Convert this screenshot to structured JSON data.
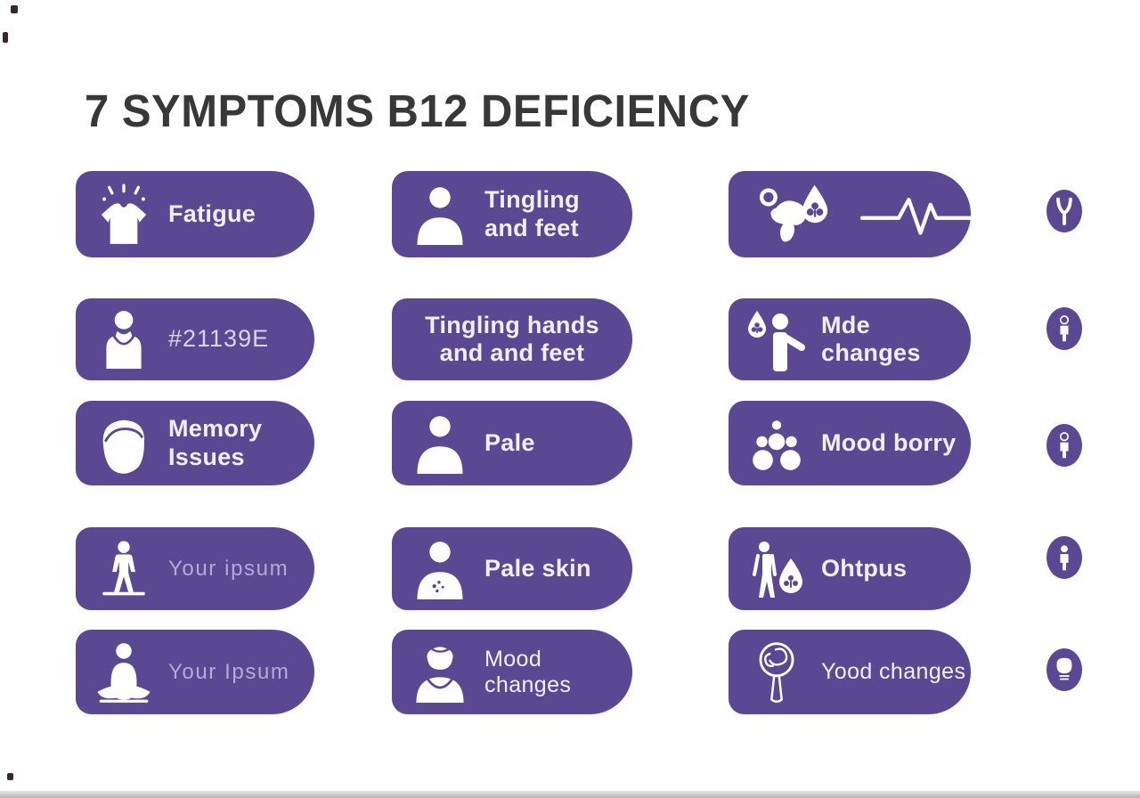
{
  "title": "7 SYMPTOMS B12 DEFICIENCY",
  "colors": {
    "card": "#5b4892",
    "title": "#383838",
    "card_text": "#f2eefa",
    "faint_text": "#b5a9d6"
  },
  "cards": [
    {
      "icon": "fatigue-shirt-icon",
      "line1": "Fatigue",
      "line2": ""
    },
    {
      "icon": "person-bust-icon",
      "line1": "Tingling",
      "line2": "and feet"
    },
    {
      "icon": "organ-droplet-icon",
      "line1": "",
      "line2": "",
      "extra_icon": "heartbeat-icon"
    },
    {
      "icon": "tank-top-person-icon",
      "line1": "#21139E",
      "line2": ""
    },
    {
      "icon": "none",
      "line1": "Tingling hands",
      "line2": "and and feet"
    },
    {
      "icon": "droplet-person-icon",
      "line1": "Mde",
      "line2": "changes"
    },
    {
      "icon": "face-icon",
      "line1": "Memory",
      "line2": "Issues"
    },
    {
      "icon": "person-bust-icon",
      "line1": "Pale",
      "line2": ""
    },
    {
      "icon": "bubbles-icon",
      "line1": "Mood borry",
      "line2": ""
    },
    {
      "icon": "standing-person-icon",
      "line1": "Your ipsum",
      "line2": ""
    },
    {
      "icon": "person-bust-spots-icon",
      "line1": "Pale skin",
      "line2": ""
    },
    {
      "icon": "person-droplet-icon",
      "line1": "Ohtpus",
      "line2": ""
    },
    {
      "icon": "meditating-person-icon",
      "line1": "Your Ipsum",
      "line2": ""
    },
    {
      "icon": "person-bust-hair-icon",
      "line1": "Mood changes",
      "line2": ""
    },
    {
      "icon": "brain-magnifier-icon",
      "line1": "Yood changes",
      "line2": ""
    }
  ],
  "side_icons": [
    {
      "icon": "y-glyph-icon"
    },
    {
      "icon": "person-icon"
    },
    {
      "icon": "person-icon"
    },
    {
      "icon": "person-icon"
    },
    {
      "icon": "face-icon"
    }
  ]
}
